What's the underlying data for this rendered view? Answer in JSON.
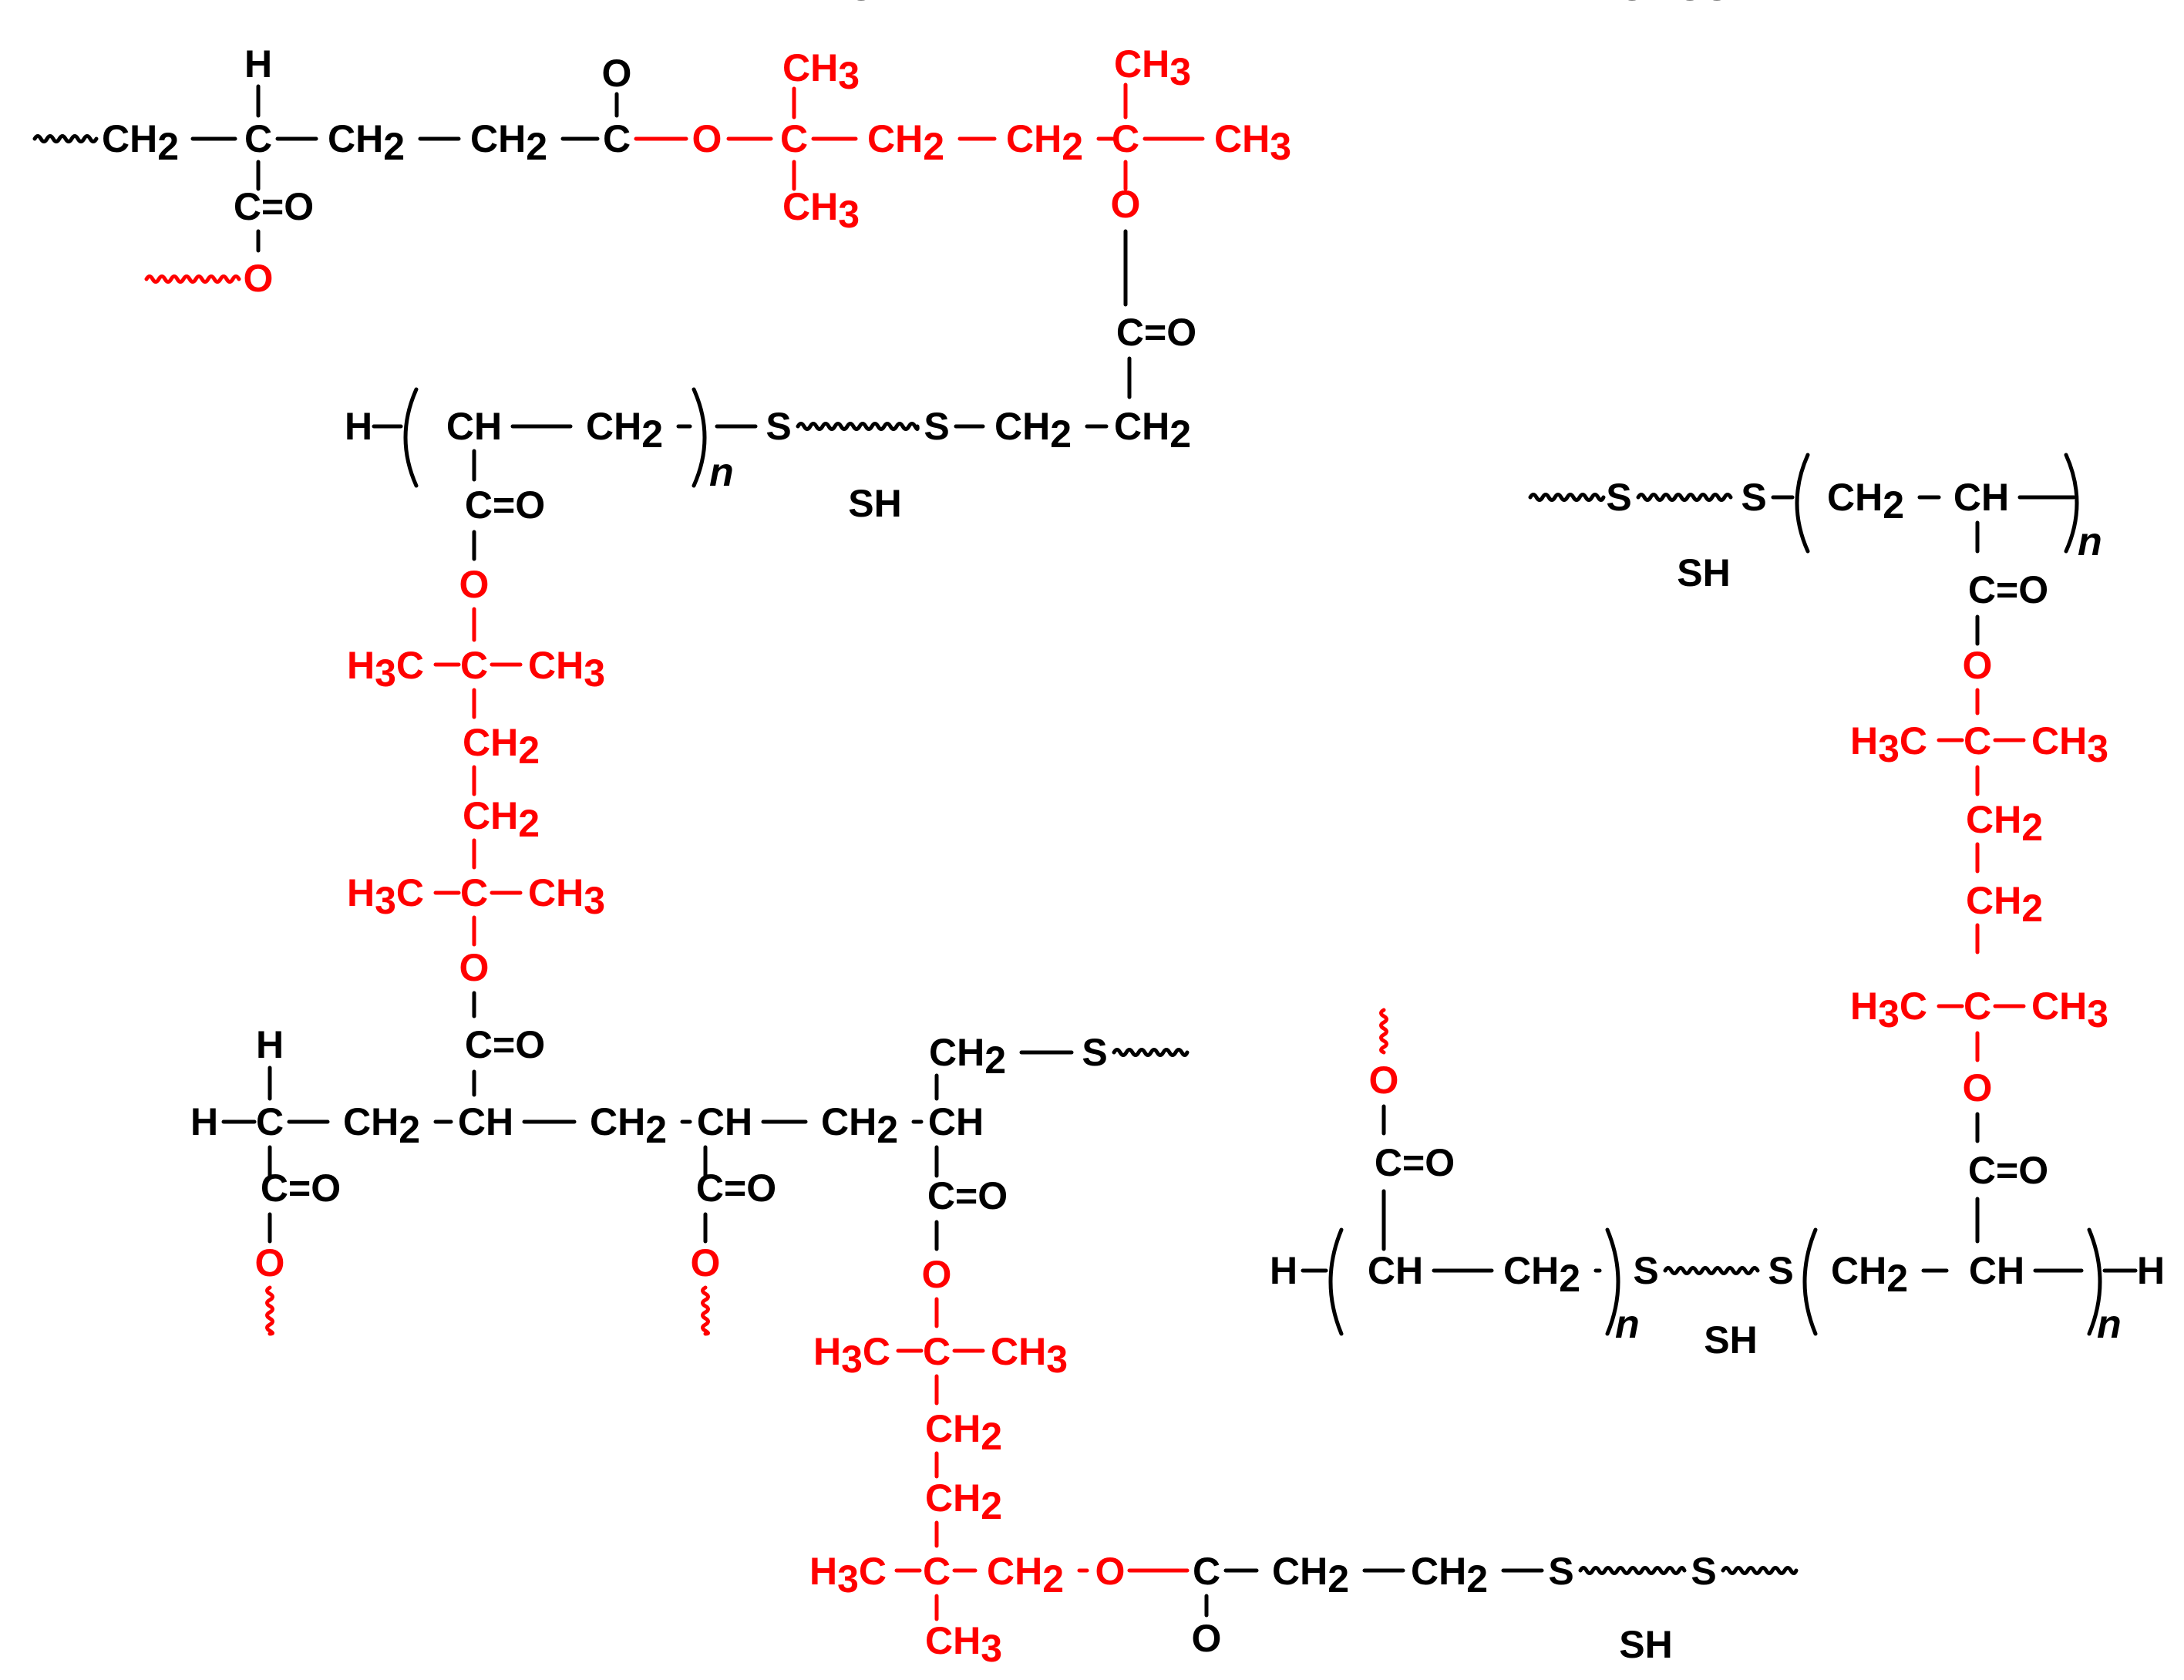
{
  "colors": {
    "backbone": "#000000",
    "crosslinker": "#ff0000",
    "background": "#ffffff"
  },
  "atoms": {
    "H": "H",
    "C": "C",
    "O": "O",
    "S": "S",
    "CH": "CH",
    "CH2": "CH2",
    "CH3": "CH3",
    "H3C": "H3C",
    "SH": "SH",
    "CO": "C=O",
    "n": "n"
  }
}
